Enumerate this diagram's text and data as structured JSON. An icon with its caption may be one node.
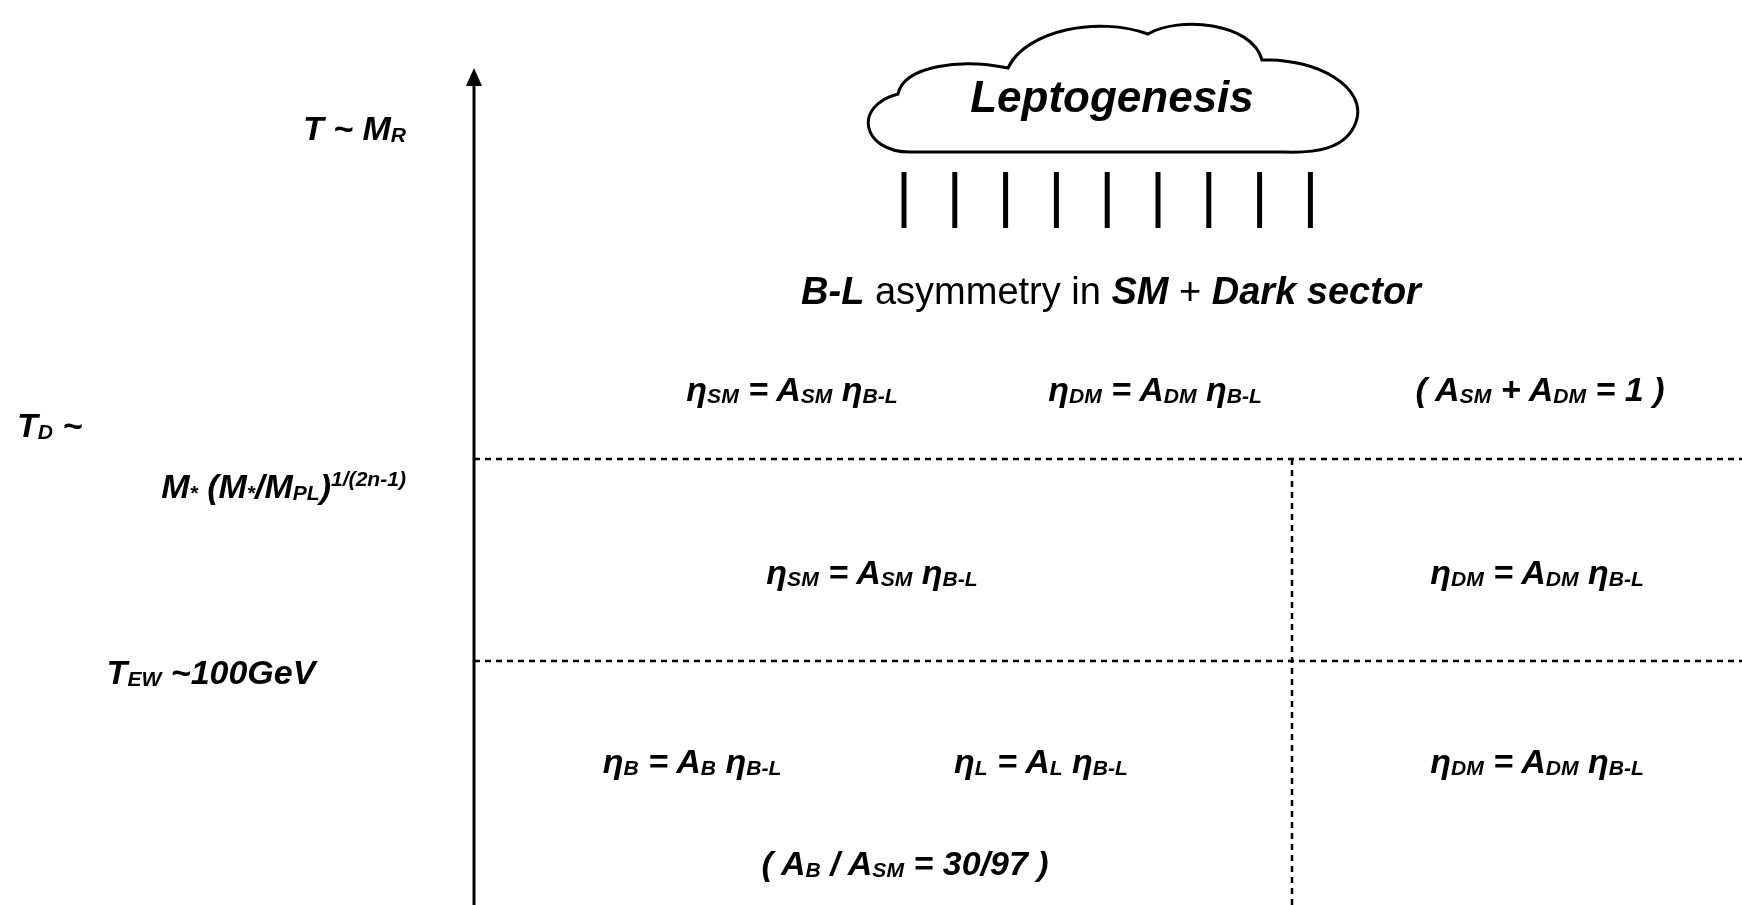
{
  "diagram": {
    "nodes": [
      {
        "text": [
          "Leptogenesis"
        ]
      }
    ],
    "labels": [
      "T ~ M$_{R}$",
      "**B-L** asymmetry in **SM** + **Dark sector**",
      "η$_{SM}$ = A$_{SM}$ η$_{B-L}$",
      "η$_{DM}$ = A$_{DM}$ η$_{B-L}$",
      "( A$_{SM}$ + A$_{DM}$ = 1 )",
      "T$_{D}$ ~",
      "M$_{*}$ (M$_{*}$/M$_{PL}$)$^{1/(2n-1)}$",
      "η$_{SM}$ = A$_{SM}$ η$_{B-L}$",
      "η$_{DM}$ = A$_{DM}$ η$_{B-L}$",
      "T$_{EW}$ ~100GeV",
      "η$_{B}$ = A$_{B}$ η$_{B-L}$",
      "η$_{L}$ = A$_{L}$ η$_{B-L}$",
      "η$_{DM}$ = A$_{DM}$ η$_{B-L}$",
      "( A$_{B}$ / A$_{SM}$ = 30/97 )"
    ]
  }
}
